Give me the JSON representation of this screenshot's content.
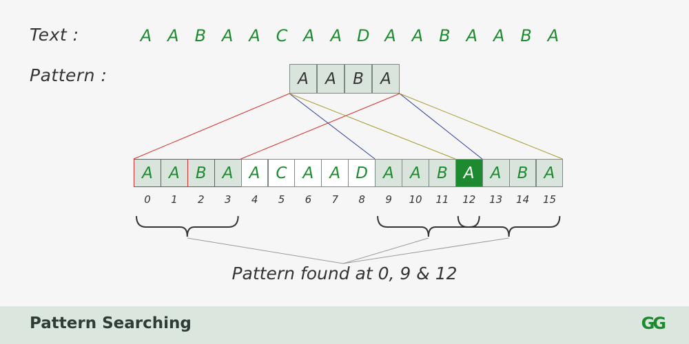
{
  "labels": {
    "text": "Text :",
    "pattern": "Pattern :"
  },
  "text_chars": [
    "A",
    "A",
    "B",
    "A",
    "A",
    "C",
    "A",
    "A",
    "D",
    "A",
    "A",
    "B",
    "A",
    "A",
    "B",
    "A"
  ],
  "pattern_chars": [
    "A",
    "A",
    "B",
    "A"
  ],
  "indices": [
    "0",
    "1",
    "2",
    "3",
    "4",
    "5",
    "6",
    "7",
    "8",
    "9",
    "10",
    "11",
    "12",
    "13",
    "14",
    "15"
  ],
  "match_positions": [
    0,
    9,
    12
  ],
  "highlight_index": 12,
  "caption": "Pattern found at 0, 9 & 12",
  "footer": {
    "title": "Pattern Searching",
    "logo": "GG"
  },
  "colors": {
    "green": "#1e8a2f",
    "shade": "#d9e4dd",
    "red_line": "#d62c2c",
    "blue_line": "#2a3a9a",
    "olive_line": "#a39a2a",
    "brace": "#333333"
  }
}
